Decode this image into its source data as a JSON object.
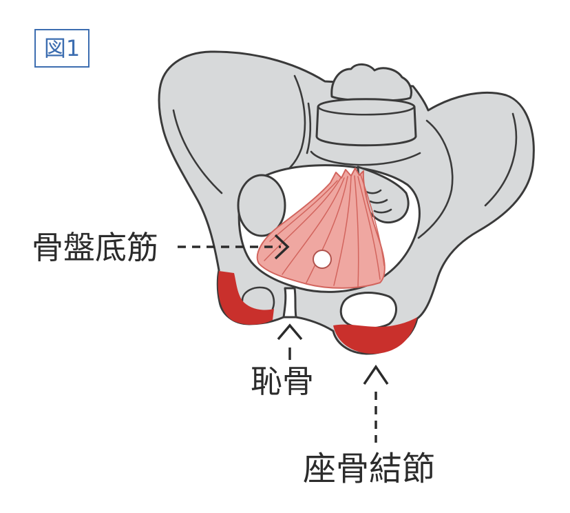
{
  "figure_label": "図1",
  "labels": {
    "pelvic_floor_muscles": "骨盤底筋",
    "pubis": "恥骨",
    "ischial_tuberosity": "座骨結節"
  },
  "colors": {
    "bone_fill": "#d7d9da",
    "outline": "#3a3a3a",
    "highlight": "#c9302c",
    "muscle": "#efa7a1",
    "muscle_line": "#d2645d",
    "accent": "#3c6db0",
    "arrow": "#2b2b2b"
  }
}
